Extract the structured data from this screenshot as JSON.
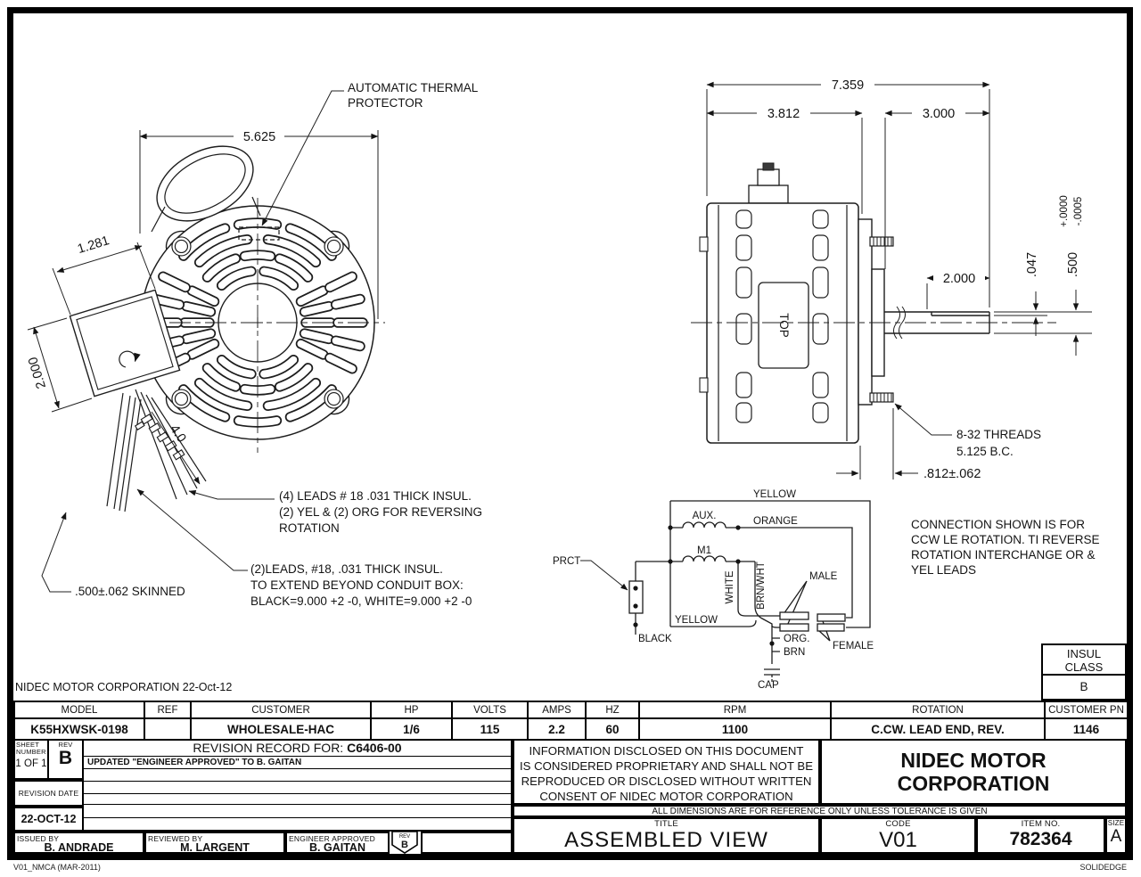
{
  "front": {
    "dim_width": "5.625",
    "dim_box": "1.281",
    "dim_height": "2.000",
    "dim_lead": "4.0",
    "label_protector_1": "AUTOMATIC THERMAL",
    "label_protector_2": "PROTECTOR"
  },
  "notes": {
    "leads4_1": "(4) LEADS # 18 .031 THICK INSUL.",
    "leads4_2": "(2) YEL & (2) ORG FOR REVERSING",
    "leads4_3": "ROTATION",
    "leads2_1": "(2)LEADS, #18, .031 THICK INSUL.",
    "leads2_2": "TO EXTEND BEYOND CONDUIT BOX:",
    "leads2_3": "BLACK=9.000 +2 -0, WHITE=9.000 +2 -0",
    "skinned": ".500±.062 SKINNED",
    "connection_1": "CONNECTION SHOWN IS FOR",
    "connection_2": "CCW LE ROTATION. TI REVERSE",
    "connection_3": "ROTATION INTERCHANGE OR &",
    "connection_4": "YEL LEADS"
  },
  "side": {
    "dim_total": "7.359",
    "dim_body": "3.812",
    "dim_shaft": "3.000",
    "dim_flat": "2.000",
    "dim_step": ".047",
    "dim_dia": ".500",
    "tol_plus": "+.0000",
    "tol_minus": "-.0005",
    "threads_1": "8-32 THREADS",
    "threads_2": "5.125 B.C.",
    "dim_hub": ".812±.062",
    "top_label": "TOP"
  },
  "schematic": {
    "yellow_top": "YELLOW",
    "aux": "AUX.",
    "orange": "ORANGE",
    "m1": "M1",
    "prct": "PRCT",
    "white": "WHITE",
    "brnwht": "BRN/WHT",
    "yellow_bottom": "YELLOW",
    "black": "BLACK",
    "male": "MALE",
    "org": "ORG.",
    "brn": "BRN",
    "female": "FEMALE",
    "cap": "CAP"
  },
  "insul": {
    "line1": "INSUL",
    "line2": "CLASS",
    "value": "B"
  },
  "stamp": "NIDEC MOTOR CORPORATION 22-Oct-12",
  "spec": {
    "headers": [
      "MODEL",
      "REF",
      "CUSTOMER",
      "HP",
      "VOLTS",
      "AMPS",
      "HZ",
      "RPM",
      "ROTATION",
      "CUSTOMER PN"
    ],
    "values": [
      "K55HXWSK-0198",
      "",
      "WHOLESALE-HAC",
      "1/6",
      "115",
      "2.2",
      "60",
      "1100",
      "C.CW. LEAD END, REV.",
      "1146"
    ]
  },
  "revision": {
    "sheet_label_1": "SHEET",
    "sheet_label_2": "NUMBER",
    "sheet_value": "1 OF 1",
    "rev_label": "REV",
    "rev_value": "B",
    "record_label": "REVISION RECORD FOR:",
    "record_number": "C6406-00",
    "entry": "UPDATED \"ENGINEER APPROVED\" TO B. GAITAN",
    "date_label": "REVISION DATE",
    "date_value": "22-OCT-12"
  },
  "proprietary": [
    "INFORMATION DISCLOSED ON THIS DOCUMENT",
    "IS CONSIDERED PROPRIETARY AND SHALL NOT BE",
    "REPRODUCED OR DISCLOSED WITHOUT WRITTEN",
    "CONSENT OF NIDEC MOTOR CORPORATION"
  ],
  "company": {
    "line1": "NIDEC MOTOR",
    "line2": "CORPORATION"
  },
  "tolerance_note": "ALL DIMENSIONS ARE FOR REFERENCE ONLY UNLESS TOLERANCE IS GIVEN",
  "titleblock": {
    "title_label": "TITLE",
    "title": "ASSEMBLED VIEW",
    "code_label": "CODE",
    "code": "V01",
    "item_label": "ITEM NO.",
    "item": "782364",
    "size_label": "SIZE",
    "size": "A"
  },
  "signoff": {
    "issued_label": "ISSUED BY",
    "issued": "B. ANDRADE",
    "reviewed_label": "REVIEWED BY",
    "reviewed": "M. LARGENT",
    "engineer_label": "ENGINEER APPROVED",
    "engineer": "B. GAITAN",
    "rev_label": "REV",
    "rev": "B"
  },
  "footer": {
    "left": "V01_NMCA (MAR-2011)",
    "right": "SOLIDEDGE"
  }
}
